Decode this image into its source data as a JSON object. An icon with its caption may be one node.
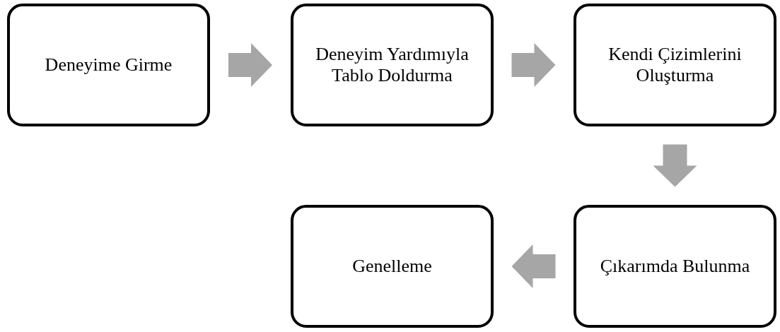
{
  "diagram": {
    "nodes": [
      {
        "text": [
          "Deneyime Girme"
        ]
      },
      {
        "text": [
          "Deneyim Yardımıyla Tablo Doldurma"
        ]
      },
      {
        "text": [
          "Kendi Çizimlerini Oluşturma"
        ]
      },
      {
        "text": [
          "Çıkarımda Bulunma"
        ]
      },
      {
        "text": [
          "Genelleme"
        ]
      }
    ],
    "edges": [
      {
        "from": 0,
        "to": 1,
        "arrow": "to"
      },
      {
        "from": 1,
        "to": 2,
        "arrow": "to"
      },
      {
        "from": 2,
        "to": 3,
        "arrow": "to"
      },
      {
        "from": 3,
        "to": 4,
        "arrow": "to"
      }
    ]
  }
}
